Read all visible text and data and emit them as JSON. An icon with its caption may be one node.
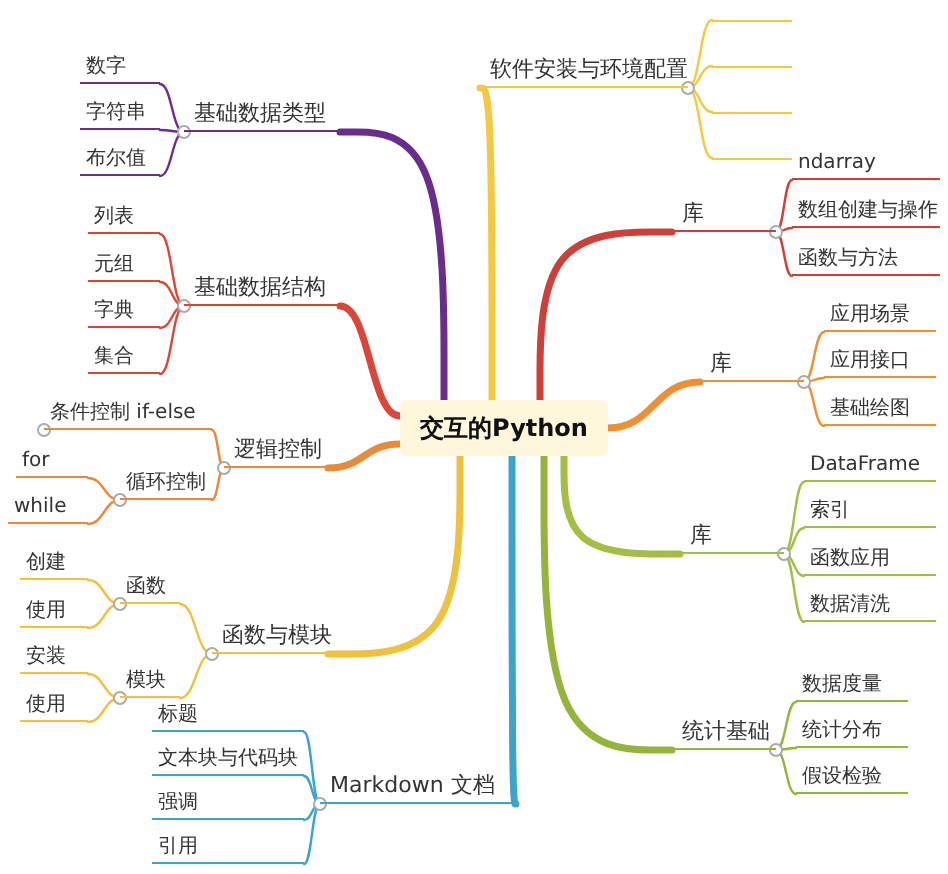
{
  "diagram": {
    "nodes": [
      {
        "text": [
          "交互的Python"
        ]
      },
      {
        "text": [
          "基础数据类型"
        ]
      },
      {
        "text": [
          "数字"
        ]
      },
      {
        "text": [
          "字符串"
        ]
      },
      {
        "text": [
          "布尔值"
        ]
      },
      {
        "text": [
          "基础数据结构"
        ]
      },
      {
        "text": [
          "列表"
        ]
      },
      {
        "text": [
          "元组"
        ]
      },
      {
        "text": [
          "字典"
        ]
      },
      {
        "text": [
          "集合"
        ]
      },
      {
        "text": [
          "逻辑控制"
        ]
      },
      {
        "text": [
          "条件控制 if-else"
        ]
      },
      {
        "text": [
          "循环控制"
        ]
      },
      {
        "text": [
          "for"
        ]
      },
      {
        "text": [
          "while"
        ]
      },
      {
        "text": [
          "函数与模块"
        ]
      },
      {
        "text": [
          "函数"
        ]
      },
      {
        "text": [
          "创建"
        ]
      },
      {
        "text": [
          "使用"
        ]
      },
      {
        "text": [
          "模块"
        ]
      },
      {
        "text": [
          "安装"
        ]
      },
      {
        "text": [
          "使用"
        ]
      },
      {
        "text": [
          "Markdown 文档"
        ]
      },
      {
        "text": [
          "标题"
        ]
      },
      {
        "text": [
          "文本块与代码块"
        ]
      },
      {
        "text": [
          "强调"
        ]
      },
      {
        "text": [
          "引用"
        ]
      },
      {
        "text": [
          "软件安装与环境配置"
        ]
      },
      {
        "text": [],
        "shape": "bar"
      },
      {
        "text": [],
        "shape": "bar"
      },
      {
        "text": [],
        "shape": "bar"
      },
      {
        "text": [],
        "shape": "bar"
      },
      {
        "text": [
          "库"
        ]
      },
      {
        "text": [
          "ndarray"
        ]
      },
      {
        "text": [
          "数组创建与操作"
        ]
      },
      {
        "text": [
          "函数与方法"
        ]
      },
      {
        "text": [
          "库"
        ]
      },
      {
        "text": [
          "应用场景"
        ]
      },
      {
        "text": [
          "应用接口"
        ]
      },
      {
        "text": [
          "基础绘图"
        ]
      },
      {
        "text": [
          "库"
        ]
      },
      {
        "text": [
          "DataFrame"
        ]
      },
      {
        "text": [
          "索引"
        ]
      },
      {
        "text": [
          "函数应用"
        ]
      },
      {
        "text": [
          "数据清洗"
        ]
      },
      {
        "text": [
          "统计基础"
        ]
      },
      {
        "text": [
          "数据度量"
        ]
      },
      {
        "text": [
          "统计分布"
        ]
      },
      {
        "text": [
          "假设检验"
        ]
      }
    ],
    "edges": [
      {
        "from": 0,
        "to": 1,
        "arrow": "none",
        "style": "thick",
        "color": "#6b2d8c"
      },
      {
        "from": 1,
        "to": 2,
        "arrow": "none",
        "color": "#6b2d8c"
      },
      {
        "from": 1,
        "to": 3,
        "arrow": "none",
        "color": "#6b2d8c"
      },
      {
        "from": 1,
        "to": 4,
        "arrow": "none",
        "color": "#6b2d8c"
      },
      {
        "from": 0,
        "to": 5,
        "arrow": "none",
        "style": "thick",
        "color": "#d9473b"
      },
      {
        "from": 5,
        "to": 6,
        "arrow": "none",
        "color": "#d9473b"
      },
      {
        "from": 5,
        "to": 7,
        "arrow": "none",
        "color": "#d9473b"
      },
      {
        "from": 5,
        "to": 8,
        "arrow": "none",
        "color": "#d9473b"
      },
      {
        "from": 5,
        "to": 9,
        "arrow": "none",
        "color": "#d9473b"
      },
      {
        "from": 0,
        "to": 10,
        "arrow": "none",
        "style": "thick",
        "color": "#e98a3a"
      },
      {
        "from": 10,
        "to": 11,
        "arrow": "none",
        "color": "#e98a3a"
      },
      {
        "from": 10,
        "to": 12,
        "arrow": "none",
        "color": "#e98a3a"
      },
      {
        "from": 12,
        "to": 13,
        "arrow": "none",
        "color": "#e98a3a"
      },
      {
        "from": 12,
        "to": 14,
        "arrow": "none",
        "color": "#e98a3a"
      },
      {
        "from": 0,
        "to": 15,
        "arrow": "none",
        "style": "thick",
        "color": "#f0c040"
      },
      {
        "from": 15,
        "to": 16,
        "arrow": "none",
        "color": "#f0c040"
      },
      {
        "from": 16,
        "to": 17,
        "arrow": "none",
        "color": "#f0c040"
      },
      {
        "from": 16,
        "to": 18,
        "arrow": "none",
        "color": "#f0c040"
      },
      {
        "from": 15,
        "to": 19,
        "arrow": "none",
        "color": "#f0c040"
      },
      {
        "from": 19,
        "to": 20,
        "arrow": "none",
        "color": "#f0c040"
      },
      {
        "from": 19,
        "to": 21,
        "arrow": "none",
        "color": "#f0c040"
      },
      {
        "from": 0,
        "to": 22,
        "arrow": "none",
        "style": "thick",
        "color": "#3ba3cc"
      },
      {
        "from": 22,
        "to": 23,
        "arrow": "none",
        "color": "#3ba3cc"
      },
      {
        "from": 22,
        "to": 24,
        "arrow": "none",
        "color": "#3ba3cc"
      },
      {
        "from": 22,
        "to": 25,
        "arrow": "none",
        "color": "#3ba3cc"
      },
      {
        "from": 22,
        "to": 26,
        "arrow": "none",
        "color": "#3ba3cc"
      },
      {
        "from": 0,
        "to": 27,
        "arrow": "none",
        "style": "thick",
        "color": "#f5c842"
      },
      {
        "from": 27,
        "to": 28,
        "arrow": "none",
        "color": "#f5c842"
      },
      {
        "from": 27,
        "to": 29,
        "arrow": "none",
        "color": "#f5c842"
      },
      {
        "from": 27,
        "to": 30,
        "arrow": "none",
        "color": "#f5c842"
      },
      {
        "from": 27,
        "to": 31,
        "arrow": "none",
        "color": "#f5c842"
      },
      {
        "from": 0,
        "to": 32,
        "arrow": "none",
        "style": "thick",
        "color": "#cf3f3a"
      },
      {
        "from": 32,
        "to": 33,
        "arrow": "none",
        "color": "#cf3f3a"
      },
      {
        "from": 32,
        "to": 34,
        "arrow": "none",
        "color": "#cf3f3a"
      },
      {
        "from": 32,
        "to": 35,
        "arrow": "none",
        "color": "#cf3f3a"
      },
      {
        "from": 0,
        "to": 36,
        "arrow": "none",
        "style": "thick",
        "color": "#ee8f34"
      },
      {
        "from": 36,
        "to": 37,
        "arrow": "none",
        "color": "#ee8f34"
      },
      {
        "from": 36,
        "to": 38,
        "arrow": "none",
        "color": "#ee8f34"
      },
      {
        "from": 36,
        "to": 39,
        "arrow": "none",
        "color": "#ee8f34"
      },
      {
        "from": 0,
        "to": 40,
        "arrow": "none",
        "style": "thick",
        "color": "#a3bd45"
      },
      {
        "from": 40,
        "to": 41,
        "arrow": "none",
        "color": "#a3bd45"
      },
      {
        "from": 40,
        "to": 42,
        "arrow": "none",
        "color": "#a3bd45"
      },
      {
        "from": 40,
        "to": 43,
        "arrow": "none",
        "color": "#a3bd45"
      },
      {
        "from": 40,
        "to": 44,
        "arrow": "none",
        "color": "#a3bd45"
      },
      {
        "from": 0,
        "to": 45,
        "arrow": "none",
        "style": "thick",
        "color": "#94b43c"
      },
      {
        "from": 45,
        "to": 46,
        "arrow": "none",
        "color": "#94b43c"
      },
      {
        "from": 45,
        "to": 47,
        "arrow": "none",
        "color": "#94b43c"
      },
      {
        "from": 45,
        "to": 48,
        "arrow": "none",
        "color": "#94b43c"
      }
    ]
  }
}
